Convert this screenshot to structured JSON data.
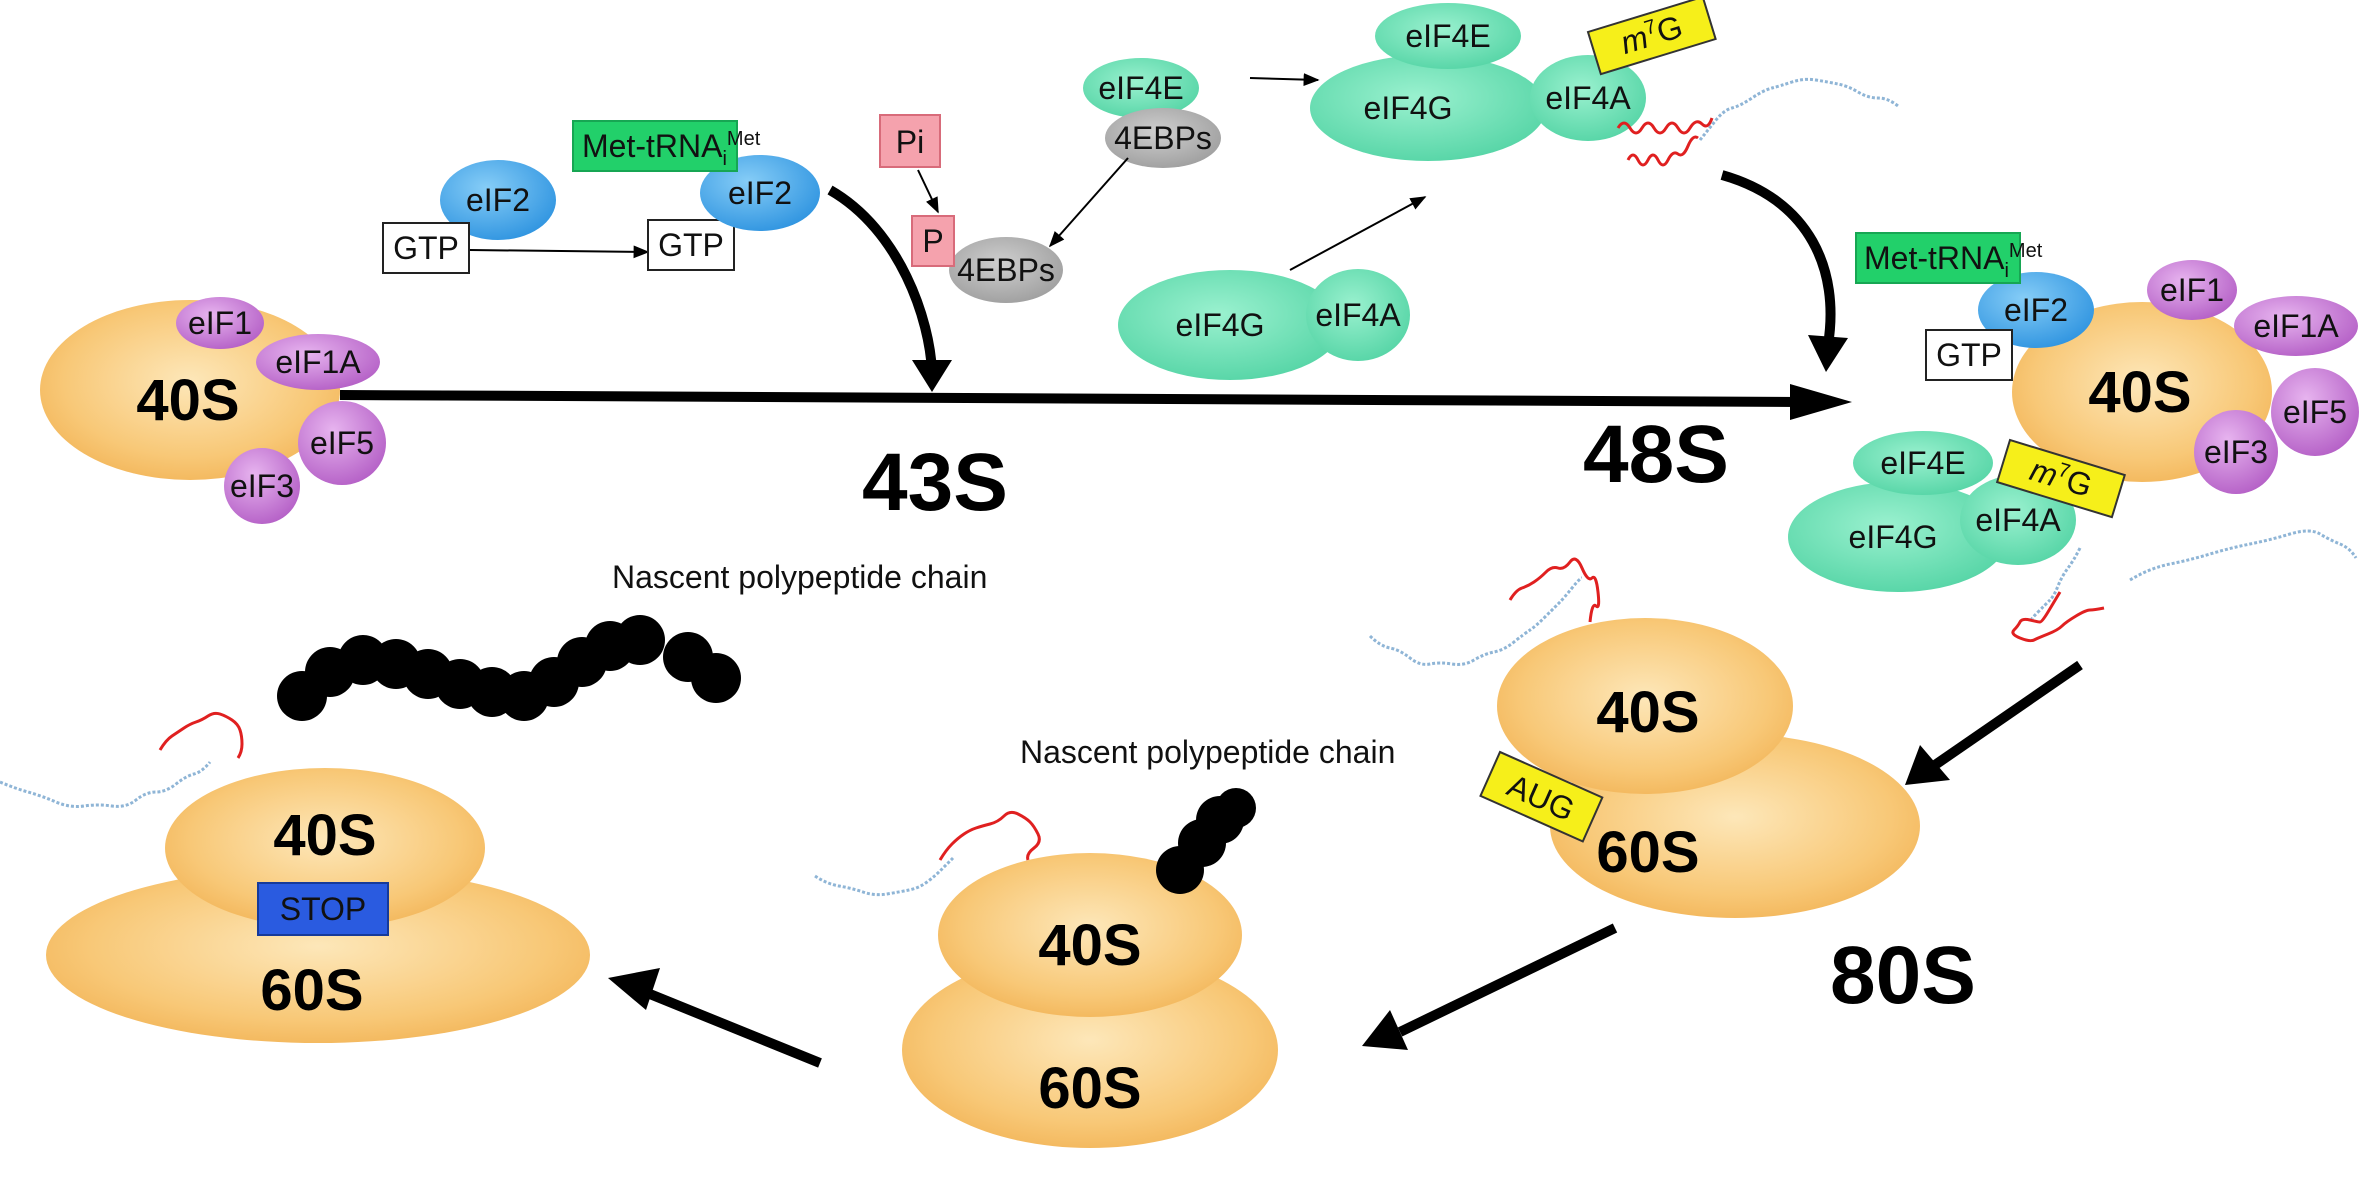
{
  "colors": {
    "ribosome": "#f7c36a",
    "ribosome_light": "#fde0a8",
    "eif_purple": "#c77bd6",
    "eif_blue": "#3aa8ef",
    "eif_teal": "#5fdcb0",
    "met_green": "#22d06a",
    "m7g_yellow": "#f6ef1a",
    "pi_pink": "#f5a2ad",
    "ebp_gray": "#a8a8a8",
    "stop_blue": "#2a5be0",
    "mrna_red": "#e02020",
    "mrna_blue": "#8fb5d6"
  },
  "stages": {
    "s43": "43S",
    "s48": "48S",
    "s80": "80S"
  },
  "subunits": {
    "small": "40S",
    "large": "60S"
  },
  "factors": {
    "eIF1": "eIF1",
    "eIF1A": "eIF1A",
    "eIF5": "eIF5",
    "eIF3": "eIF3",
    "eIF2": "eIF2",
    "eIF4E": "eIF4E",
    "eIF4G": "eIF4G",
    "eIF4A": "eIF4A",
    "ebp": "4EBPs",
    "gtp": "GTP",
    "pi": "Pi",
    "p": "P"
  },
  "met_trna": {
    "base": "Met-tRNA",
    "sub": "i",
    "sup": "Met"
  },
  "cap": {
    "base": "m",
    "sup": "7",
    "tail": "G"
  },
  "codons": {
    "start": "AUG",
    "stop": "STOP"
  },
  "annotations": {
    "nascent_top": "Nascent polypeptide chain",
    "nascent_mid": "Nascent polypeptide chain"
  }
}
